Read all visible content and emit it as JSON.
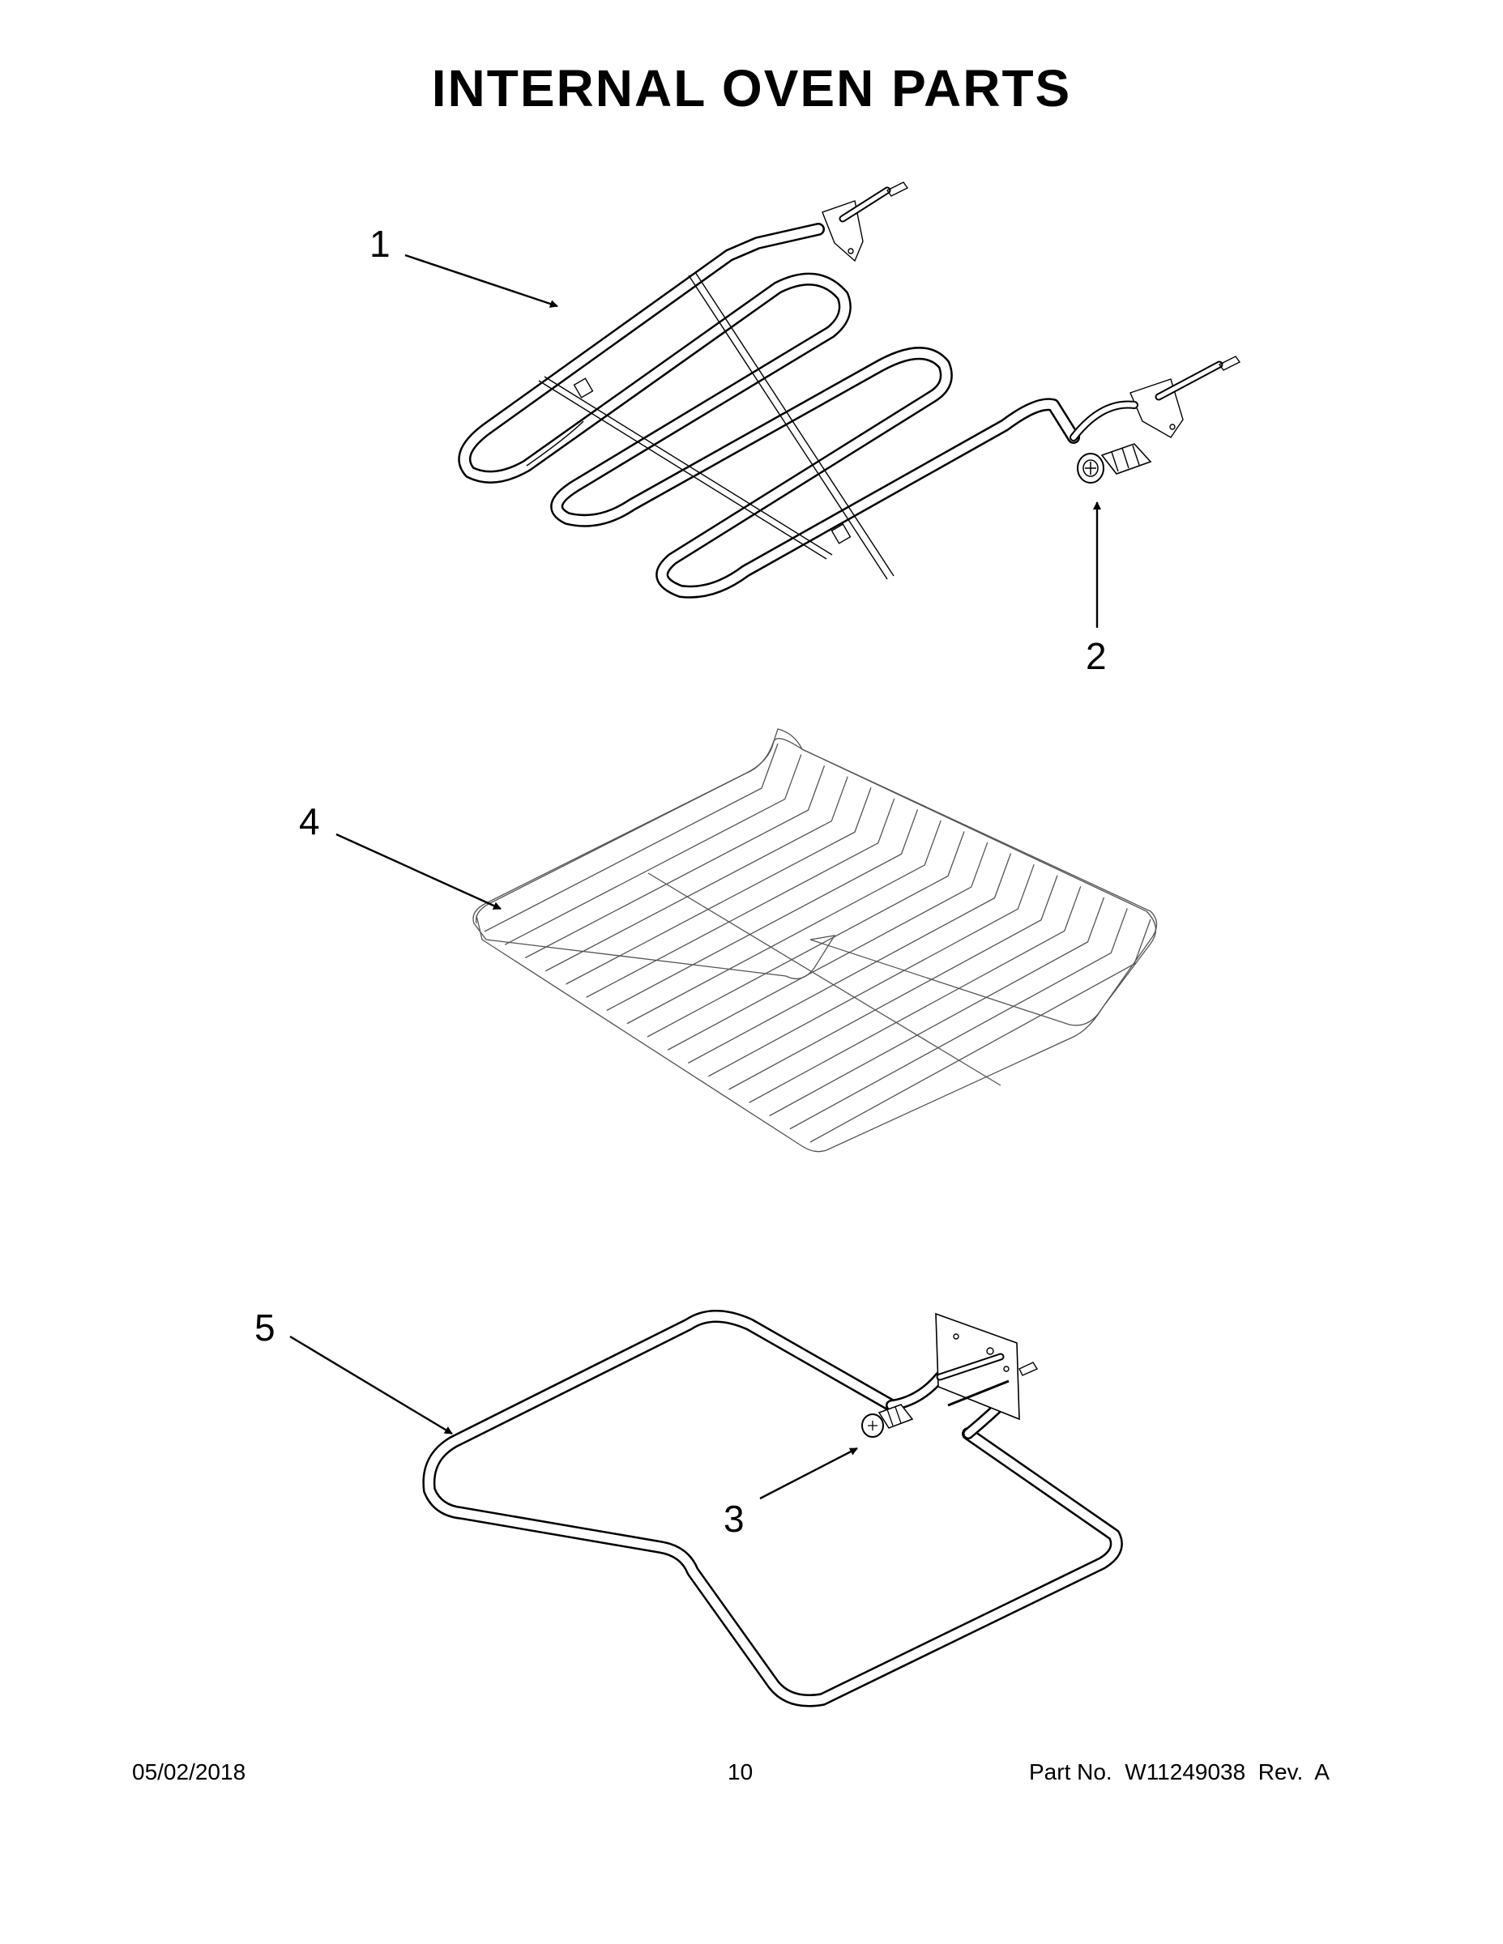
{
  "title": "INTERNAL OVEN PARTS",
  "callouts": {
    "c1": "1",
    "c2": "2",
    "c3": "3",
    "c4": "4",
    "c5": "5"
  },
  "footer": {
    "date": "05/02/2018",
    "page": "10",
    "part": "Part No.  W11249038  Rev.  A"
  }
}
